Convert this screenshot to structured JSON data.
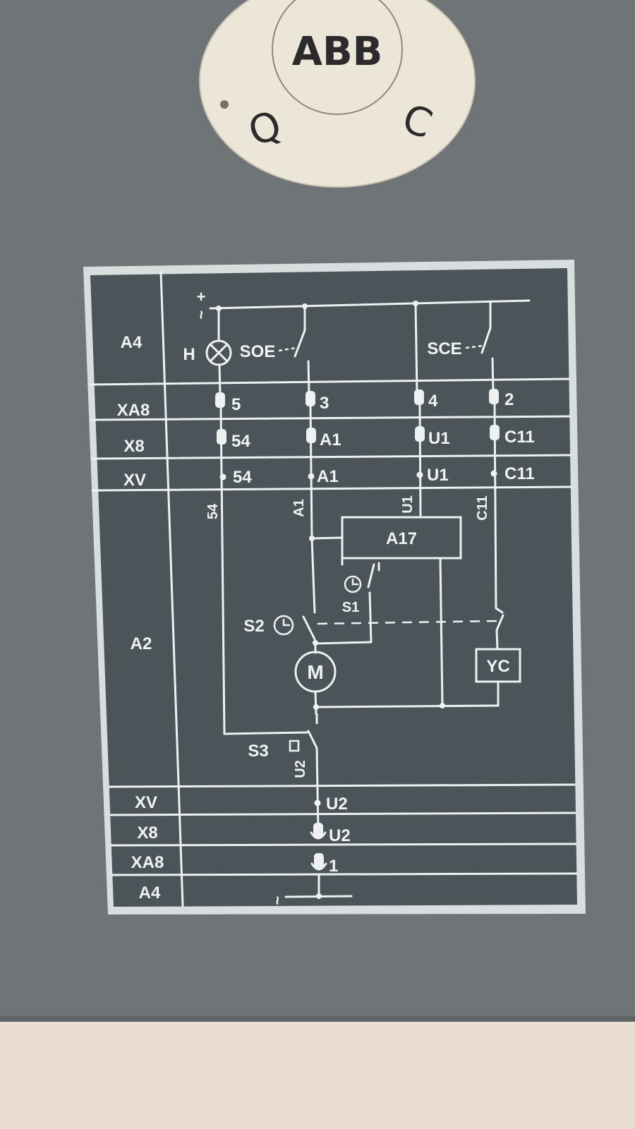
{
  "brand": {
    "logo": "ABB",
    "left_symbol": "Q",
    "right_symbol": "C"
  },
  "row_labels": {
    "top": [
      "A4",
      "XA8",
      "X8",
      "XV"
    ],
    "middle": "A2",
    "bottom": [
      "XV",
      "X8",
      "XA8",
      "A4"
    ]
  },
  "supply": {
    "plus": "+",
    "tilde": "~",
    "bottom": "~"
  },
  "components": {
    "lamp": "H",
    "soe": "SOE",
    "sce": "SCE",
    "block": "A17",
    "s1": "S1",
    "s2": "S2",
    "s3": "S3",
    "motor": "M",
    "coil": "YC"
  },
  "terminals": {
    "xa8_top": [
      "5",
      "3",
      "4",
      "2"
    ],
    "x8_top": [
      "54",
      "A1",
      "U1",
      "C11"
    ],
    "xv_top": [
      "54",
      "A1",
      "U1",
      "C11"
    ],
    "wires": [
      "54",
      "A1",
      "U1",
      "C11",
      "U2"
    ],
    "xv_bottom": "U2",
    "x8_bottom": "U2",
    "xa8_bottom": "1"
  },
  "colors": {
    "panel": "#4b5559",
    "enclosure": "#6f7476",
    "plate_border": "#d8dddd",
    "ink": "#f1f3f3",
    "badge": "#ece6d9",
    "table_top": "#e8ddd0"
  }
}
